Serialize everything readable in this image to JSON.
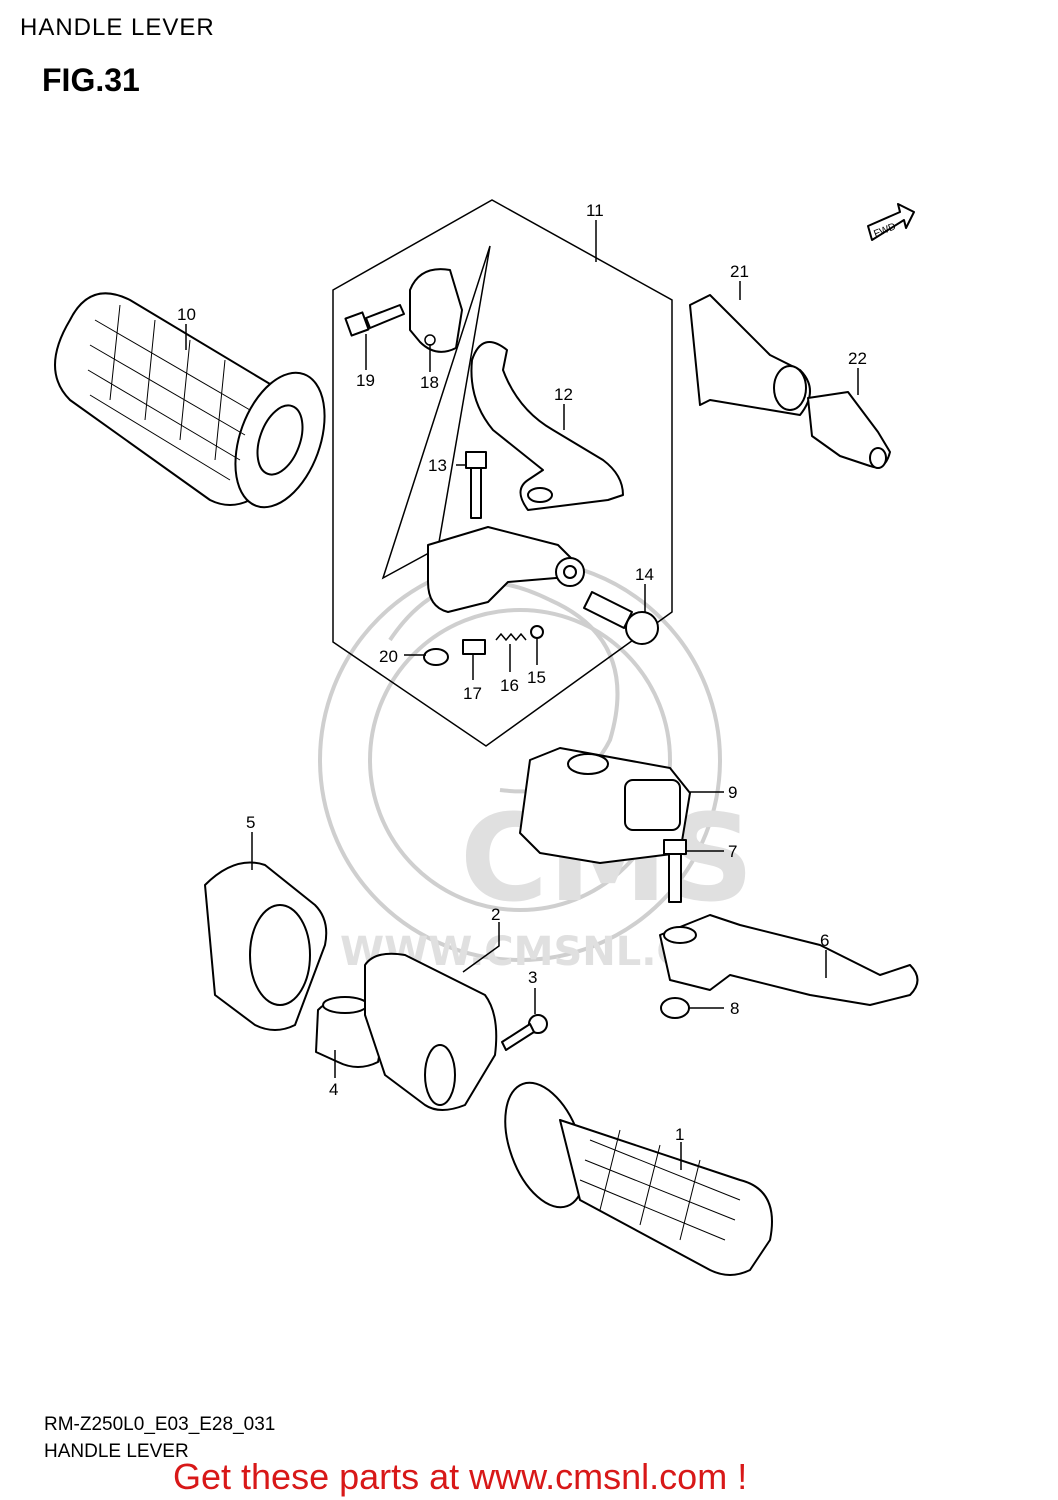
{
  "header": {
    "title": "HANDLE LEVER",
    "figure": "FIG.31"
  },
  "fwd_label": "FWD",
  "watermark": {
    "logo_text": "CMS",
    "url_text": "WWW.CMSNL.COM"
  },
  "callouts": [
    "1",
    "2",
    "3",
    "4",
    "5",
    "6",
    "7",
    "8",
    "9",
    "10",
    "11",
    "12",
    "13",
    "14",
    "15",
    "16",
    "17",
    "18",
    "19",
    "20",
    "21",
    "22"
  ],
  "footer": {
    "code": "RM-Z250L0_E03_E28_031",
    "subtitle": "HANDLE LEVER",
    "promo": "Get these parts at www.cmsnl.com !"
  },
  "colors": {
    "promo": "#d81818",
    "line": "#000000",
    "watermark": "#cfcfcf"
  }
}
